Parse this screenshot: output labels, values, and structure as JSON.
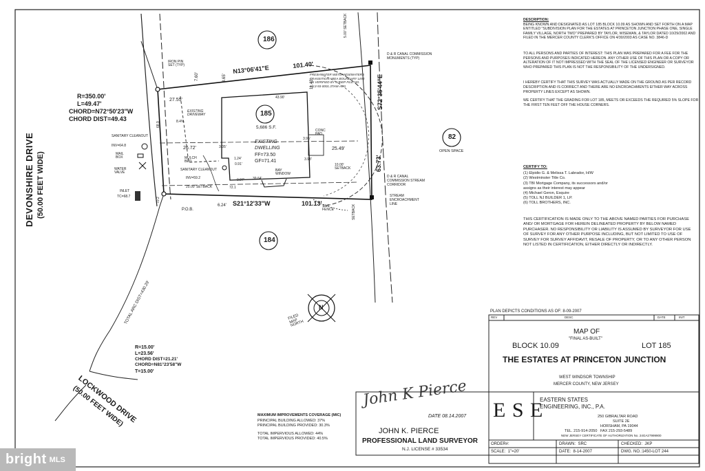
{
  "lots": {
    "north": "186",
    "subject": "185",
    "south": "184",
    "open_space": "82"
  },
  "open_space_label": "OPEN SPACE",
  "roads": {
    "devonshire_name": "DEVONSHIRE DRIVE",
    "devonshire_width": "(50.00 FEET WIDE)",
    "lockwood_name": "LOCKWOOD DRIVE",
    "lockwood_width": "(50.00 FEET WIDE)"
  },
  "curve1": {
    "r": "R=350.00'",
    "l": "L=49.47'",
    "chord": "CHORD=N72°50'23\"W",
    "chord_dist": "CHORD DIST=49.43"
  },
  "curve2": {
    "r": "R=15.00'",
    "l": "L=23.56'",
    "chord_dist": "CHORD DIST=21.21'",
    "chord": "CHORD=N81°23'58\"W",
    "t": "T=15.00'"
  },
  "bearings": {
    "north_line": "N13°06'41\"E",
    "north_dist": "101.40'",
    "east_line": "S72°35'44\"E",
    "east_dist": "63.73'",
    "south_line": "S21°12'33\"W",
    "south_dist": "101.13'"
  },
  "plan": {
    "lot_area": "5,686 S.F.",
    "existing": "EXISTING",
    "dwelling": "DWELLING",
    "ff": "FF=73.50",
    "gf": "GF=71.41",
    "driveway": "EXISTING DRIVEWAY",
    "bay_window": "BAY WINDOW",
    "conc_pad": "CONC PAD",
    "mulch_bed": "MULCH BED",
    "sanitary_cleanout": "SANITARY CLEANOUT",
    "sanitary_cleanout_inv": "INV=59.2",
    "sanitary_cleanout_left": "SANITARY CLEANOUT",
    "sanitary_cleanout_left_inv": "INV=64.8",
    "mail_box": "MAIL BOX",
    "water_valve": "WATER VALVE",
    "inlet": "INLET",
    "inlet_tc": "TC=68.7",
    "iron_pin": "IRON PIN SET (TYP)",
    "pob": "P.O.B.",
    "setback_25": "25.00' SETBACK",
    "setback_10": "10.00' SETBACK",
    "setback_ne": "5.00' SETBACK",
    "setback_se": "SETBACK",
    "silt_fence": "SILT FENCE",
    "dr_canal_monuments": "D & R CANAL COMMISSION MONUMENTS (TYP)",
    "wetlands": "FRESHWATER WETLANDS/WATERS TRANSITION AREA BOUNDARY LINE AS VERIFIED BY NJDEP FILE NO. 1113-93-0001.3TAW-AVG",
    "dr_canal_corridor": "D & R CANAL COMMISSION STREAM CORRIDOR",
    "stream_line": "STREAM ENCROACHMENT LINE",
    "total_arc": "TOTAL ARC DIST=430.29'",
    "filed_map_north": "FILED MAP NORTH",
    "north_arrow_letter": "N",
    "dims": {
      "d27_55": "27.55'",
      "d43_90": "43.90'",
      "d26_72": "26.72'",
      "d25_49": "25.49'",
      "d39_64": "39.64'",
      "d72_1": "72.1",
      "d3_05": "3.05'",
      "d1_24": "1.24'",
      "d0_91": "0.91'",
      "d0_97": "0.97'",
      "d3_95": "3.95'",
      "d3_98": "3.98'",
      "d6_24": "6.24'",
      "d7_60": "7.60'",
      "d8_65": "8.65'",
      "d11_43": "11.43'",
      "d68_9": "68.9",
      "d70_2": "70.2",
      "d8_4": "8.4%"
    }
  },
  "description": {
    "heading": "DESCRIPTION:",
    "text": "BEING KNOWN AND DESIGNATED AS LOT 185 BLOCK 10.09 AS SHOWN AND SET FORTH ON A MAP ENTITLED \"SUBDIVISION PLAN FOR THE ESTATES AT PRINCETON JUNCTION PHASE ONE, SINGLE FAMILY VILLAGE, NORTH TWO\" PREPARED BY TAYLOR, WISEMAN, & TAYLOR DATED 10/29/2002 AND FILED IN THE MERCER COUNTY CLERK'S OFFICE ON 4/30/2003 AS CASE NO. 3846-D",
    "para2": "TO ALL PERSONS AND PARTIES OF INTEREST: THIS PLAN WAS PREPARED FOR A FEE FOR THE PERSONS AND PURPOSES INDICATED HEREON. ANY OTHER USE OF THIS PLAN OR A COPY OR ALTERATION OF IT NOT IMPRESSED WITH THE SEAL OF THE LICENSED ENGINEER OR SURVEYOR WHO PREPARED THIS PLAN IS NOT THE RESPONSIBILITY OF THE UNDERSIGNED.",
    "para3": "I HEREBY CERTIFY THAT THIS SURVEY WAS ACTUALLY MADE ON THE GROUND AS PER RECORD DESCRIPTION AND IS CORRECT AND THERE ARE NO ENCROACHMENTS EITHER WAY ACROSS PROPERTY LINES EXCEPT AS SHOWN.",
    "para4": "WE CERTIFY THAT THE GRADING FOR LOT 185, MEETS OR EXCEEDS THE REQUIRED 5% SLOPE FOR THE FIRST TEN FEET OFF THE HOUSE CORNERS."
  },
  "certify": {
    "heading": "CERTIFY TO:",
    "items": [
      "(1) Elpidio G. & Melissa T. Labrador, H/W",
      "(2) Westminster Title Co.",
      "(3) TBI Mortgage Company, its successors and/or",
      "     assigns as their interest may appear",
      "(4) Michael Geron, Esquire",
      "(5) TOLL NJ BUILDER 1, LP.",
      "(6) TOLL BROTHERS, INC."
    ]
  },
  "disclaimer": "THIS CERTIFICATION IS MADE ONLY TO THE ABOVE NAMED PARTIES FOR PURCHASE AND/ OR MORTGAGE FOR HEREIN DELINEATED PROPERTY BY BELOW NAMED PURCHASER. NO RESPONSIBILITY OR LIABILITY IS ASSUMED BY SURVEYOR FOR USE OF SURVEY FOR ANY OTHER PURPOSE INCLUDING, BUT NOT LIMITED TO USE OF SURVEY FOR SURVEY AFFIDAVIT, RESALE OF PROPERTY, OR TO ANY OTHER PERSON NOT LISTED IN CERTIFICATION, EITHER DIRECTLY OR INDIRECTLY.",
  "coverage": {
    "heading": "MAXIMUM IMPROVEMENTS COVERAGE (MIC)",
    "line1": "PRINCIPAL BUILDING ALLOWED: 37%",
    "line2": "PRINCIPAL BUILDING PROVIDED: 30.3%",
    "line3": "TOTAL IMPERVIOUS ALLOWED: 44%",
    "line4": "TOTAL IMPERVIOUS PROVIDED: 40.5%"
  },
  "title_block": {
    "conditions": "PLAN DEPICTS CONDITIONS AS OF: 8-09-2007",
    "rev": "REV",
    "desc": "DESC",
    "date": "DATE",
    "init": "INIT",
    "map_of": "MAP OF",
    "final": "\"FINAL AS-BUILT\"",
    "block": "BLOCK 10.09",
    "lot": "LOT 185",
    "project": "THE ESTATES AT PRINCETON JUNCTION",
    "township": "WEST WINDSOR TOWNSHIP",
    "county": "MERCER COUNTY, NEW JERSEY",
    "ese": "E S E",
    "company1": "EASTERN STATES",
    "company2": "ENGINEERING, INC., P.A.",
    "addr1": "250 GIBRALTAR ROAD",
    "addr2": "SUITE 2E",
    "addr3": "HORSHAM, PA 19044",
    "tel": "TEL. 215-914-2050   FAX 215-293-5489",
    "cert_auth": "NEW JERSEY CERTIFICATE OF AUTHORIZATION No. 24GA27999900",
    "order": "ORDER#:",
    "drawn": "DRAWN:  SRC",
    "checked": "CHECKED:  JKP",
    "scale": "SCALE:  1\"=20'",
    "date_val": "DATE:  8-14-2007",
    "dwg": "DWG. NO.:1450-LOT 244"
  },
  "surveyor": {
    "signature": "John K Pierce",
    "date": "DATE 08.14.2007",
    "name": "JOHN K. PIERCE",
    "title": "PROFESSIONAL LAND SURVEYOR",
    "license": "N.J. LICENSE # 33534"
  },
  "watermark": {
    "brand": "bright",
    "suffix": "MLS"
  },
  "colors": {
    "ink": "#1a1a1a",
    "watermark": "#b9b9b9"
  }
}
